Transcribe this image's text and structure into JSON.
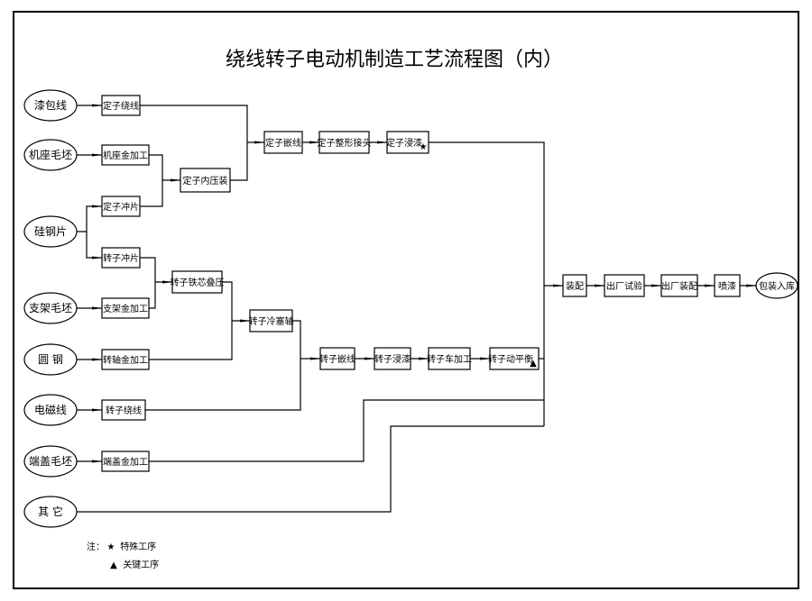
{
  "title": "绕线转子电动机制造工艺流程图（内）",
  "materials": [
    {
      "id": "m1",
      "label": "漆包线"
    },
    {
      "id": "m2",
      "label": "机座毛坯"
    },
    {
      "id": "m3",
      "label": "硅钢片"
    },
    {
      "id": "m4",
      "label": "支架毛坯"
    },
    {
      "id": "m5",
      "label": "圆 钢"
    },
    {
      "id": "m6",
      "label": "电磁线"
    },
    {
      "id": "m7",
      "label": "端盖毛坯"
    },
    {
      "id": "m8",
      "label": "其 它"
    }
  ],
  "processes": [
    {
      "id": "p_dzrx",
      "label": "定子绕线",
      "mark": ""
    },
    {
      "id": "p_jzjjg",
      "label": "机座金加工",
      "mark": ""
    },
    {
      "id": "p_dzcp",
      "label": "定子冲片",
      "mark": ""
    },
    {
      "id": "p_dznyz",
      "label": "定子内压装",
      "mark": ""
    },
    {
      "id": "p_dzqx",
      "label": "定子嵌线",
      "mark": ""
    },
    {
      "id": "p_dzzxjt",
      "label": "定子整形接头",
      "mark": ""
    },
    {
      "id": "p_dzjq",
      "label": "定子浸漆",
      "mark": "★"
    },
    {
      "id": "p_zzcp",
      "label": "转子冲片",
      "mark": ""
    },
    {
      "id": "p_zjjjg",
      "label": "支架金加工",
      "mark": ""
    },
    {
      "id": "p_zztxdy",
      "label": "转子铁芯叠压",
      "mark": ""
    },
    {
      "id": "p_zzjjg",
      "label": "转轴金加工",
      "mark": ""
    },
    {
      "id": "p_zzlsz",
      "label": "转子冷塞轴",
      "mark": ""
    },
    {
      "id": "p_zzrx",
      "label": "转子绕线",
      "mark": ""
    },
    {
      "id": "p_zzqx",
      "label": "转子嵌线",
      "mark": ""
    },
    {
      "id": "p_zzjq",
      "label": "转子浸漆",
      "mark": ""
    },
    {
      "id": "p_zzcjg",
      "label": "转子车加工",
      "mark": ""
    },
    {
      "id": "p_zzdph",
      "label": "转子动平衡",
      "mark": "▲"
    },
    {
      "id": "p_dgjjg",
      "label": "端盖金加工",
      "mark": ""
    },
    {
      "id": "p_zp",
      "label": "装配",
      "mark": ""
    },
    {
      "id": "p_ccsy",
      "label": "出厂试验",
      "mark": ""
    },
    {
      "id": "p_cczp",
      "label": "出厂装配",
      "mark": ""
    },
    {
      "id": "p_pq",
      "label": "喷漆",
      "mark": ""
    }
  ],
  "end": {
    "id": "e1",
    "label": "包装入库"
  },
  "legend": {
    "prefix": "注：",
    "items": [
      {
        "symbol": "★",
        "label": "特殊工序"
      },
      {
        "symbol": "▲",
        "label": "关键工序"
      }
    ]
  }
}
